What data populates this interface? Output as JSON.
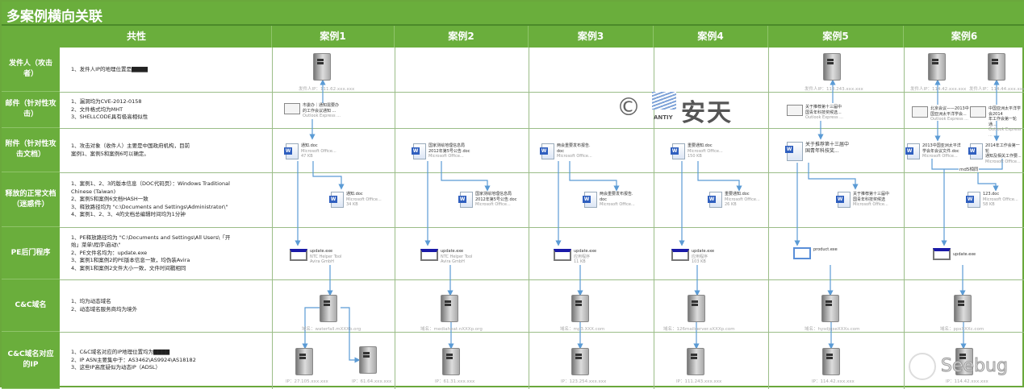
{
  "title": "多案例横向关联",
  "headers": {
    "common": "共性",
    "cases": [
      "案例1",
      "案例2",
      "案例3",
      "案例4",
      "案例5",
      "案例6"
    ]
  },
  "rows": [
    {
      "label": "发件人（攻击者）",
      "common": "1、发件人IP的地理位置是▇▇▇▇"
    },
    {
      "label": "邮件（针对性攻击）",
      "common": "1、漏洞均为CVE-2012-0158\n2、文件格式均为MHT\n3、SHELLCODE具有极高相似性"
    },
    {
      "label": "附件（针对性攻击文档）",
      "common": "1、攻击对象（收件人）主要是中国政府机构，目前\n案例1、案例5和案例6可以确定。"
    },
    {
      "label": "释放的正常文档（迷惑件）",
      "common": "1、案例1、2、3的版本信息（DOC代码页）：Windows Traditional\nChinese  (Taiwan)\n2、案例5和案例6文档HASH一致\n3、释放路径均为 \"c:\\Documents and Settings\\Administrator\\\"\n4、案例1、2、3、4的文档总编辑时间均为1分钟"
    },
    {
      "label": "PE后门程序",
      "common": "1、PE释放路径均为 \"C:\\Documents and  Settings\\All Users\\「开\n始」菜单\\程序\\启动\\\"\n2、PE文件名均为：update.exe\n3、案例1和案例2的PE版本信息一致，均伪装Avira\n4、案例1和案例2文件大小一致，文件时间戳相同"
    },
    {
      "label": "C&C域名",
      "common": "1、均为动态域名\n2、动态域名服务商均为境外"
    },
    {
      "label": "C&C域名对应的IP",
      "common": "1、C&C域名对应的IP地理位置均为▇▇▇▇\n2、IP ASN主要集中于：AS3462\\AS9924\\AS18182\n3、这些IP高度疑似为动态IP（ADSL）"
    }
  ],
  "nodes": {
    "c1": {
      "sender": "发件人IP：111.62.xxx.xxx",
      "mail": "市委办｜通知需要办\n的工作会议通知 ...",
      "mail_sub": "Outlook Express ...",
      "doc": "通知.doc",
      "doc_sub": "Microsoft Office...\n47 KB",
      "child": "通知.doc",
      "child_sub": "Microsoft Office...\n34 KB",
      "exe": "update.exe",
      "exe_sub": "NTC Helper Tool\nAvira GmbH",
      "domain": "域名：waterfall.mXXXb.org",
      "ip1": "IP：27.105.xxx.xxx",
      "ip2": "IP：61.64.xxx.xxx"
    },
    "c2": {
      "doc": "国家测绘地理信息局\n2012年第5号公告.doc",
      "doc_sub": "Microsoft Office...",
      "child": "国家测绘地理信息局\n2012年第5号公告.doc",
      "child_sub": "Microsoft Office...",
      "exe": "update.exe",
      "exe_sub": "NTC Helper Tool\nAvira GmbH",
      "domain": "域名：mediaheat.nXXXp.org",
      "ip": "IP：61.31.xxx.xxx"
    },
    "c3": {
      "doc": "两会重要发布报告.\ndoc",
      "doc_sub": "Microsoft Office...",
      "child": "两会重要发布报告.\ndoc",
      "child_sub": "Microsoft Office...",
      "exe": "update.exe",
      "exe_sub": "应用程序\n11 KB",
      "domain": "域名：mp3.XXX.com",
      "ip": "IP：123.254.xxx.xxx"
    },
    "c4": {
      "doc": "重要通知.doc",
      "doc_sub": "Microsoft Office...\n150 KB",
      "child": "重要通知.doc",
      "child_sub": "Microsoft Office...\n26 KB",
      "exe": "update.exe",
      "exe_sub": "应用程序\n103 KB",
      "domain": "域名：126mailserver.sXXXp.com",
      "ip": "IP：111.243.xxx.xxx"
    },
    "c5": {
      "sender": "发件人IP：113.243.xxx.xxx",
      "mail": "关于推荐第十三届中\n国青年科技奖候选...",
      "mail_sub": "Outlook Express ...",
      "doc": "关于推荐第十三届中\n国青年科技奖...",
      "child": "关于推荐第十三届中\n国青年科技奖候选",
      "child_sub": "Microsoft Office...",
      "exe": "product.exe",
      "domain": "域名：hysdjqseXXXs.com",
      "ip": "IP：114.42.xxx.xxx"
    },
    "c6": {
      "sender1": "发件人IP：114.42.xxx.xxx",
      "sender2": "发件人IP：114.44.xxx.xxx",
      "mail1": "北京会议——2013中\n国亚洲太平洋学会...",
      "mail2": "中国亚洲太平洋学会2014\n年工作会第一轮通...",
      "mail_sub": "Outlook Express ...",
      "doc1": "2013中国亚洲太平洋\n学会年会议文件.doc",
      "doc2": "2014年工作会第一轮\n通知及相关工作要...",
      "doc_sub": "Microsoft Office...",
      "md5": "md5相同",
      "child": "123.doc",
      "child_sub": "Microsoft Office...\n58 KB",
      "exe": "update.exe",
      "domain": "域名：ppsXXXc.com",
      "ip": "IP：114.42.xxx.xxx"
    }
  },
  "watermarks": {
    "antiy_en": "ANTIY",
    "antiy_cn": "安天",
    "seebug": "Seebug"
  },
  "colors": {
    "header_green": "#6aae3c",
    "arrow_blue": "#5b9bd5"
  }
}
